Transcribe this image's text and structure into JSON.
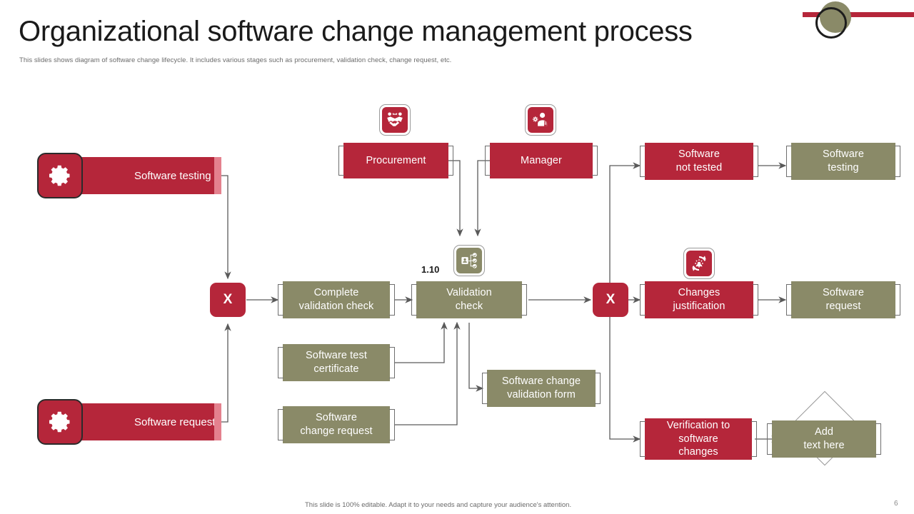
{
  "header": {
    "title": "Organizational software change management process",
    "subtitle": "This slides shows diagram of software change lifecycle. It includes various stages such as procurement, validation check, change request, etc."
  },
  "footer": {
    "note": "This slide is 100% editable.  Adapt it to your needs and capture your audience's attention.",
    "page_number": "6"
  },
  "colors": {
    "red": "#b5263a",
    "olive": "#8a8a68",
    "banner_tip": "#e4818e",
    "wire": "#5a5a5a",
    "text_dark": "#1a1a1a",
    "text_muted": "#6b6b6b"
  },
  "banners": [
    {
      "label": "Software testing",
      "icon": "gear-icon"
    },
    {
      "label": "Software request",
      "icon": "gear-icon"
    }
  ],
  "gateways": [
    {
      "label": "X"
    },
    {
      "label": "X"
    }
  ],
  "step_numbers": [
    {
      "value": "1.10"
    }
  ],
  "icon_tiles": [
    {
      "name": "handshake-procurement-icon",
      "color": "red"
    },
    {
      "name": "manager-person-gear-icon",
      "color": "red"
    },
    {
      "name": "validation-checklist-icon",
      "color": "olive"
    },
    {
      "name": "change-cycle-gear-icon",
      "color": "red"
    }
  ],
  "nodes": [
    {
      "id": "procurement",
      "label": "Procurement",
      "color": "red"
    },
    {
      "id": "manager",
      "label": "Manager",
      "color": "red"
    },
    {
      "id": "software_not_tested",
      "label": "Software\nnot tested",
      "color": "red"
    },
    {
      "id": "software_testing",
      "label": "Software\ntesting",
      "color": "olive"
    },
    {
      "id": "complete_validation",
      "label": "Complete\nvalidation check",
      "color": "olive"
    },
    {
      "id": "validation_check",
      "label": "Validation\ncheck",
      "color": "olive"
    },
    {
      "id": "changes_justification",
      "label": "Changes\njustification",
      "color": "red"
    },
    {
      "id": "software_request_out",
      "label": "Software\nrequest",
      "color": "olive"
    },
    {
      "id": "software_test_cert",
      "label": "Software test\ncertificate",
      "color": "olive"
    },
    {
      "id": "sw_change_val_form",
      "label": "Software change\nvalidation form",
      "color": "olive"
    },
    {
      "id": "software_change_req",
      "label": "Software\nchange request",
      "color": "olive"
    },
    {
      "id": "verification_changes",
      "label": "Verification to\nsoftware\nchanges",
      "color": "red"
    },
    {
      "id": "add_text_here",
      "label": "Add\ntext here",
      "color": "olive"
    }
  ]
}
